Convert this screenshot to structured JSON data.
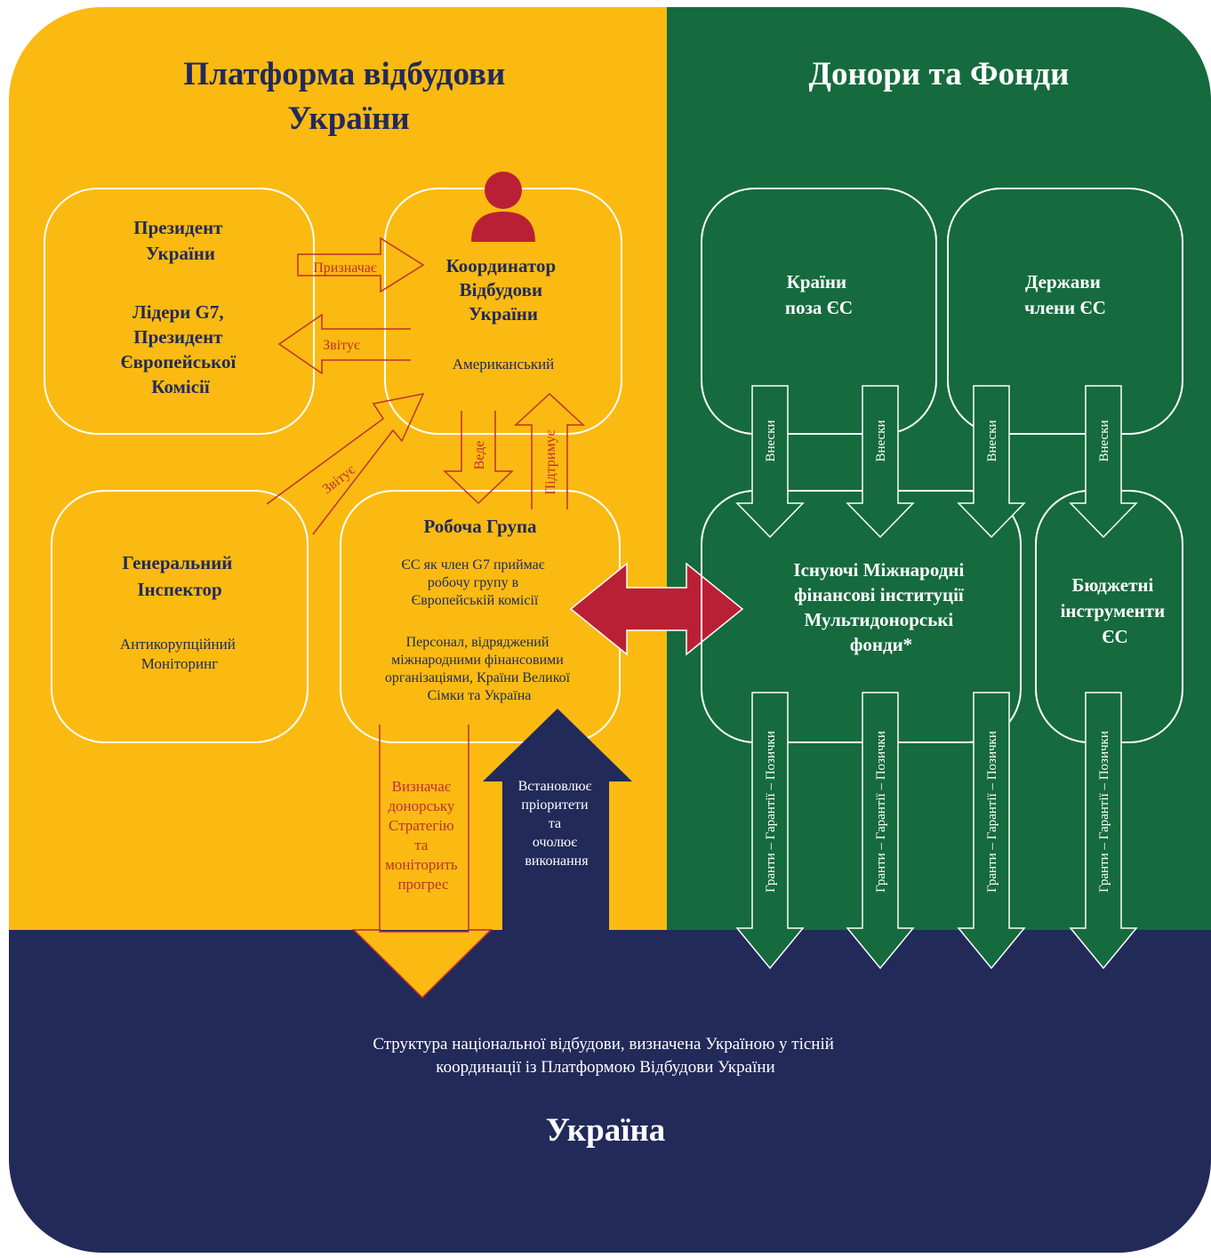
{
  "platform": {
    "title_lines": [
      "Платформа відбудови",
      "України"
    ],
    "president_box": {
      "lines1": [
        "Президент",
        "України"
      ],
      "lines2": [
        "Лідери G7,",
        "Президент",
        "Європейської",
        "Комісії"
      ]
    },
    "coordinator_box": {
      "title_lines": [
        "Координатор",
        "Відбудови",
        "України"
      ],
      "note": "Американський"
    },
    "inspector_box": {
      "title_lines": [
        "Генеральний",
        "Інспектор"
      ],
      "note_lines": [
        "Антикорупційний",
        "Моніторинг"
      ]
    },
    "working_group_box": {
      "title": "Робоча Група",
      "para1_lines": [
        "ЄС як член G7 приймає",
        "робочу групу в",
        "Європейській комісії"
      ],
      "para2_lines": [
        "Персонал, відряджений",
        "міжнародними фінансовими",
        "організаціями, Країни Великої",
        "Сімки та Україна"
      ]
    },
    "arrows": {
      "appoints": "Призначає",
      "reports_back": "Звітує",
      "reports_diag": "Звітує",
      "leads": "Веде",
      "supports": "Підтримує",
      "defines_lines": [
        "Визначає",
        "донорську",
        "Стратегію",
        "та",
        "моніторить",
        "прогрес"
      ],
      "sets_lines": [
        "Встановлює",
        "пріоритети",
        "та",
        "очолює",
        "виконання"
      ]
    }
  },
  "donors": {
    "title": "Донори та Фонди",
    "non_eu_lines": [
      "Країни",
      "поза ЄС"
    ],
    "eu_members_lines": [
      "Держави",
      "члени ЄС"
    ],
    "ifi_lines": [
      "Існуючі Міжнародні",
      "фінансові інституції",
      "Мультидонорські",
      "фонди*"
    ],
    "budget_lines": [
      "Бюджетні",
      "інструменти",
      "ЄС"
    ],
    "contributions_label": "Внески",
    "flows_label": "Гранти – Гарантії – Позички"
  },
  "ukraine": {
    "description_lines": [
      "Структура національної відбудови, визначена Україною у тісній",
      "координації із Платформою Відбудови України"
    ],
    "title": "Україна"
  },
  "colors": {
    "yellow": "#FBBA12",
    "green": "#156B3D",
    "navy": "#222A5A",
    "crimson": "#BA2035",
    "red_text": "#C0302D",
    "white": "#FFFFFF"
  }
}
